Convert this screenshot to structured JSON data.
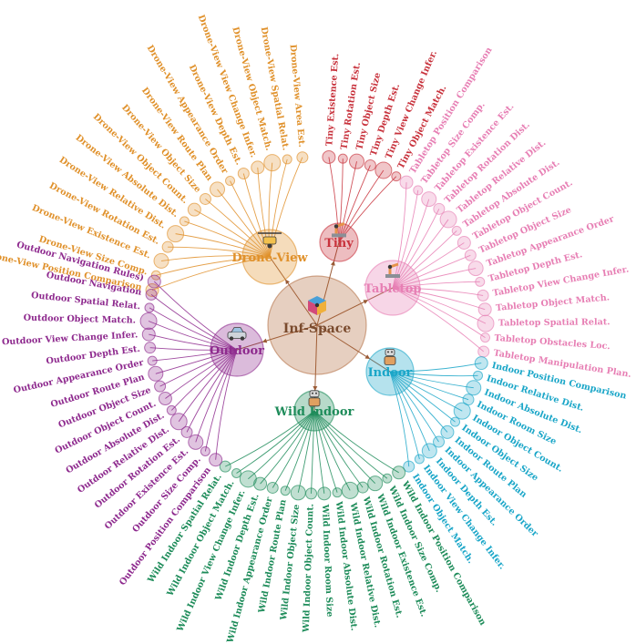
{
  "center": {
    "label": "Inf-Space",
    "color": "#b06a3c",
    "icon": "cube-icon"
  },
  "domains": [
    {
      "label": "Drone-View",
      "color": "#e0912b",
      "icon": "drone-icon",
      "tasks": [
        "Drone-View Position Comparison",
        "Drone-View Size Comp.",
        "Drone-View Existence Est.",
        "Drone-View Rotation Est.",
        "Drone-View Relative Dist.",
        "Drone-View Absolute Dist.",
        "Drone-View Object Count.",
        "Drone-View Object Size",
        "Drone-View Route Plan",
        "Drone-View Appearance Order",
        "Drone-View Depth Est.",
        "Drone-View View Change Infer.",
        "Drone-View Object Match.",
        "Drone-View Spatial Relat.",
        "Drone-View Area Est."
      ]
    },
    {
      "label": "Tiny",
      "color": "#c8323c",
      "icon": "robot-arm-icon",
      "tasks": [
        "Tiny Existence Est.",
        "Tiny Rotation Est.",
        "Tiny Object Size",
        "Tiny Depth Est.",
        "Tiny View Change Infer.",
        "Tiny Object Match."
      ]
    },
    {
      "label": "Tabletop",
      "color": "#e77fb4",
      "icon": "robot-arm-icon",
      "tasks": [
        "Tabletop Position Comparison",
        "Tabletop Size Comp.",
        "Tabletop Existence Est.",
        "Tabletop Rotation Dist.",
        "Tabletop Relative Dist.",
        "Tabletop Absolute Dist.",
        "Tabletop Object Count.",
        "Tabletop Object Size",
        "Tabletop Appearance Order",
        "Tabletop Depth Est.",
        "Tabletop View Change Infer.",
        "Tabletop Object Match.",
        "Tabletop Spatial Relat.",
        "Tabletop Obstacles Loc.",
        "Tabletop Manipulation Plan."
      ]
    },
    {
      "label": "Indoor",
      "color": "#1aa6c8",
      "icon": "robot-icon",
      "tasks": [
        "Indoor Position Comparison",
        "Indoor Relative Dist.",
        "Indoor Absolute Dist.",
        "Indoor Room Size",
        "Indoor Object Count.",
        "Indoor Object Size",
        "Indoor Route Plan",
        "Indoor Appearance Order",
        "Indoor Depth Est.",
        "Indoor View Change Infer.",
        "Indoor Object Match."
      ]
    },
    {
      "label": "Wild Indoor",
      "color": "#1e8c5a",
      "icon": "robot-icon",
      "tasks": [
        "Wild Indoor Position Comparison",
        "Wild Indoor Size Comp.",
        "Wild Indoor Existence Est.",
        "Wild Indoor Rotation Est.",
        "Wild Indoor Relative Dist.",
        "Wild Indoor Absolute Dist.",
        "Wild Indoor Room Size",
        "Wild Indoor Object Count.",
        "Wild Indoor Object Size",
        "Wild Indoor Route Plan",
        "Wild Indoor Appearance Order",
        "Wild Indoor Depth Est.",
        "Wild Indoor View Change Infer.",
        "Wild Indoor Object Match.",
        "Wild Indoor Spatial Relat."
      ]
    },
    {
      "label": "Outdoor",
      "color": "#8e2a8e",
      "icon": "car-icon",
      "tasks": [
        "Outdoor Position Comparison",
        "Outdoor Size Comp.",
        "Outdoor Existence Est.",
        "Outdoor Rotation Est.",
        "Outdoor Relative Dist.",
        "Outdoor Absolute Dist.",
        "Outdoor Object Count.",
        "Outdoor Object Size",
        "Outdoor Route Plan",
        "Outdoor Appearance Order",
        "Outdoor Depth Est.",
        "Outdoor View Change Infer.",
        "Outdoor Object Match.",
        "Outdoor Spatial Relat.",
        "Outdoor Navigation",
        "Outdoor Navigation Rules)"
      ]
    }
  ]
}
